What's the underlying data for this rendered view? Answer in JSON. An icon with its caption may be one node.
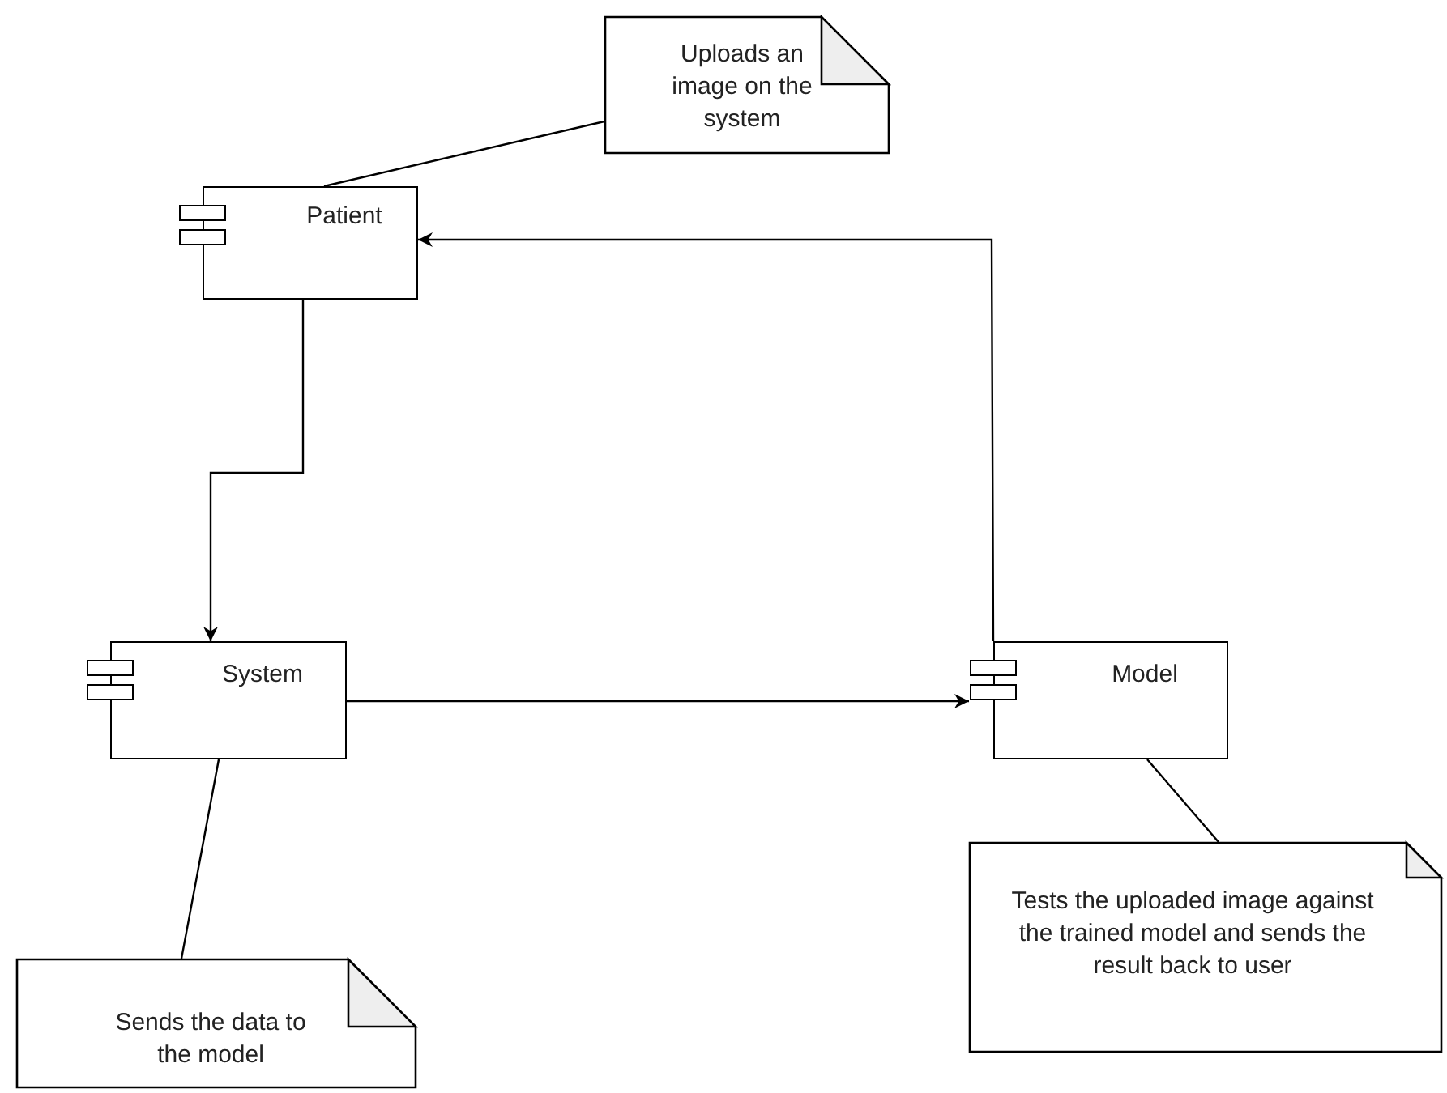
{
  "diagram": {
    "nodes": [
      {
        "text": [
          "Uploads an image on the system"
        ]
      },
      {
        "text": [
          "Patient"
        ]
      },
      {
        "text": [
          "System"
        ]
      },
      {
        "text": [
          "Model"
        ]
      },
      {
        "text": [
          "Sends the data to the model"
        ]
      },
      {
        "text": [
          "Tests the uploaded image against the trained model and sends the result back to user"
        ]
      }
    ],
    "edges": [
      {
        "from": 0,
        "to": 1,
        "arrow": "none"
      },
      {
        "from": 1,
        "to": 2,
        "arrow": "to"
      },
      {
        "from": 2,
        "to": 3,
        "arrow": "to"
      },
      {
        "from": 3,
        "to": 1,
        "arrow": "to"
      },
      {
        "from": 2,
        "to": 4,
        "arrow": "none"
      },
      {
        "from": 3,
        "to": 5,
        "arrow": "none"
      }
    ]
  }
}
